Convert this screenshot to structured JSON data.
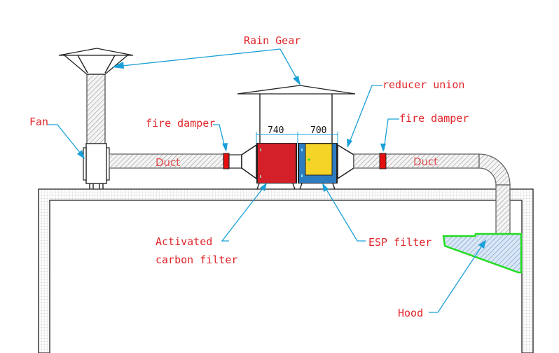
{
  "labels": {
    "rain_gear": "Rain Gear",
    "reducer_union": "reducer union",
    "fire_damper_left": "fire damper",
    "fire_damper_right": "fire damper",
    "fan": "Fan",
    "duct_left": "Duct",
    "duct_right": "Duct",
    "activated_line1": "Activated",
    "activated_line2": "carbon filter",
    "esp_filter": "ESP filter",
    "hood": "Hood"
  },
  "dimensions": {
    "carbon_filter_width": "740",
    "esp_filter_width": "700"
  },
  "colors": {
    "carbon_filter": "#d42028",
    "esp_filter": "#2e7cc0",
    "esp_panel": "#f5d327",
    "fire_damper": "#e41010",
    "hood_outline": "#22dd22",
    "leader_lines": "#1aa0d8",
    "label_text": "#e0262a"
  }
}
